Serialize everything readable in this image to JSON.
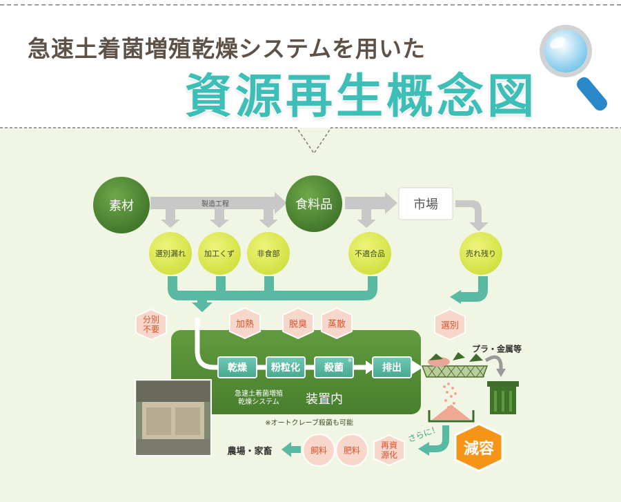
{
  "heading": {
    "subtitle": "急速土着菌増殖乾燥システムを用いた",
    "title": "資源再生概念図"
  },
  "flow_top": {
    "raw_material": "素材",
    "process_label": "製造工程",
    "food_product": "食料品",
    "market": "市場"
  },
  "waste": {
    "sorting_leak": "選別漏れ",
    "processing_scrap": "加工くず",
    "non_food_part": "非食部",
    "nonconforming": "不適合品",
    "unsold": "売れ残り"
  },
  "device": {
    "no_sorting": "分別\n不要",
    "heating": "加熱",
    "deodorize": "脱臭",
    "evaporate": "蒸散",
    "sort": "選別",
    "steps": [
      "乾燥",
      "粉粒化",
      "殺菌",
      "排出"
    ],
    "sterilize_mark": "※",
    "system_name": "急速土着菌増殖\n乾燥システム",
    "inside_label": "装置内",
    "autoclave_note": "※オートクレーブ殺菌も可能"
  },
  "output": {
    "plastic_metal": "プラ・金属等",
    "farm_livestock": "農場・家畜",
    "feed": "飼料",
    "fertilizer": "肥料",
    "recycle": "再資\n源化",
    "furthermore": "さらに！",
    "volume_reduction": "減容"
  },
  "colors": {
    "heading_brown": "#5e5147",
    "heading_teal": "#3dbfb7",
    "dark_green": "#4f8a35",
    "light_green": "#dbe85a",
    "teal": "#5ab9a3",
    "pink": "#f7d7cb",
    "orange": "#f59518",
    "gray_arrow": "#c8c8c8"
  },
  "icons": [
    "magnifier-icon",
    "trash-bin-icon",
    "photo-machine"
  ]
}
